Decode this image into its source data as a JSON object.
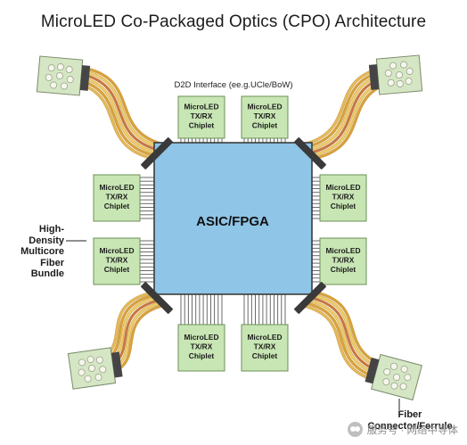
{
  "title": "MicroLED Co-Packaged Optics (CPO) Architecture",
  "d2d_label": "D2D Interface (ee.g.UCle/BoW)",
  "asic_label": "ASIC/FPGA",
  "chiplet": {
    "line1": "MicroLED",
    "line2": "TX/RX",
    "line3": "Chiplet"
  },
  "chiplets": [
    "top-left",
    "top-right",
    "left-upper",
    "left-lower",
    "right-upper",
    "right-lower",
    "bottom-left",
    "bottom-right"
  ],
  "fiber_bundle_label": {
    "line1": "High-Density",
    "line2": "Multicore",
    "line3": "Fiber Bundle"
  },
  "connector_label": {
    "line1": "Fiber",
    "line2": "Connector/Ferrule"
  },
  "watermark": "服务号 · 网络中导体",
  "colors": {
    "asic_fill": "#8fc5e6",
    "chiplet_fill": "#c8e6b4",
    "ferrule_fill": "#d5e6c4",
    "fiber_orange": "#d9a13a",
    "fiber_yellow": "#f0cf6a"
  }
}
